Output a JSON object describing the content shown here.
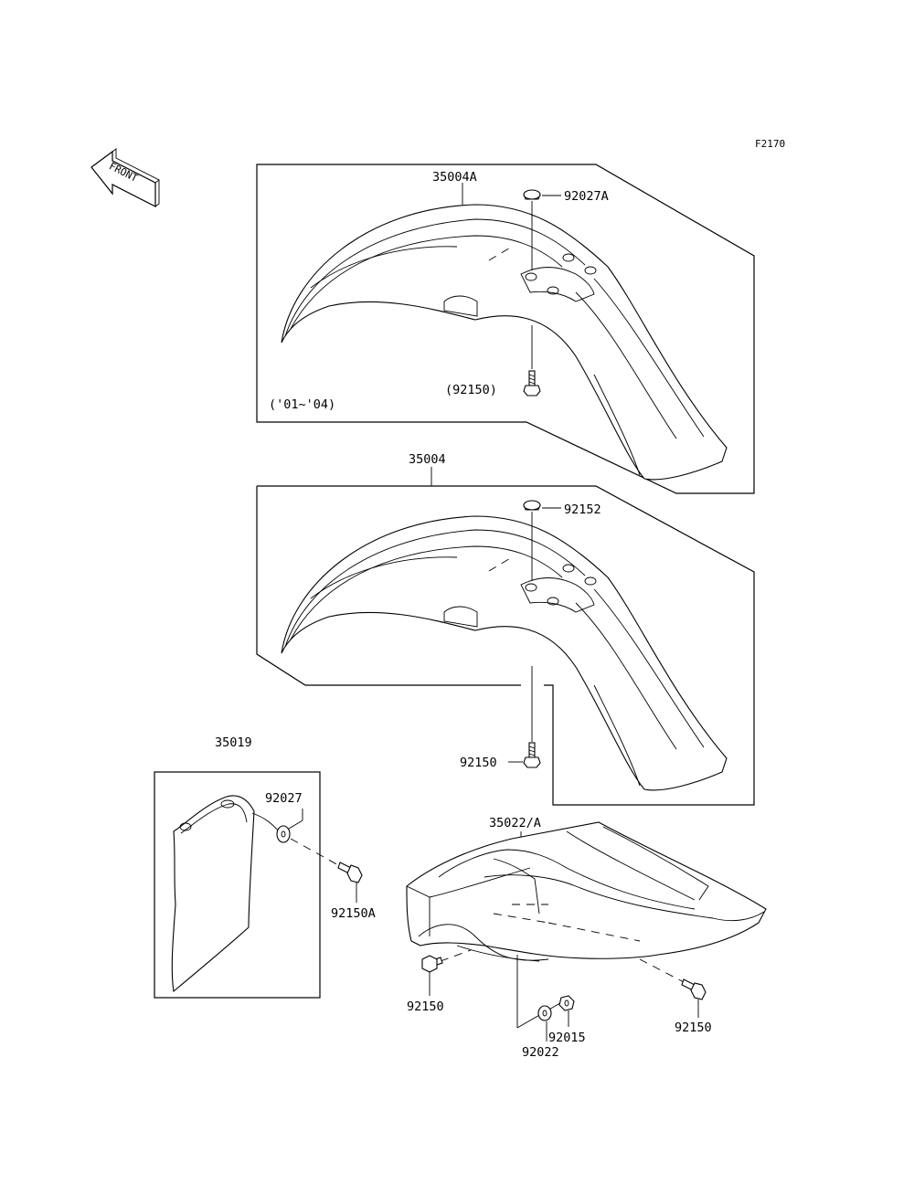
{
  "figure_code": "F2170",
  "front_label": "FRONT",
  "labels": {
    "fender_a": "35004A",
    "fender_a_cap": "92027A",
    "fender_a_bolt": "(92150)",
    "fender_a_years": "('01~'04)",
    "fender_b": "35004",
    "fender_b_cap": "92152",
    "fender_b_bolt": "92150",
    "guard": "35019",
    "guard_washer": "92027",
    "guard_bolt": "92150A",
    "rear_fender": "35022/A",
    "rear_bolt_left": "92150",
    "rear_bolt_right": "92150",
    "rear_washer": "92022",
    "rear_nut": "92015"
  }
}
